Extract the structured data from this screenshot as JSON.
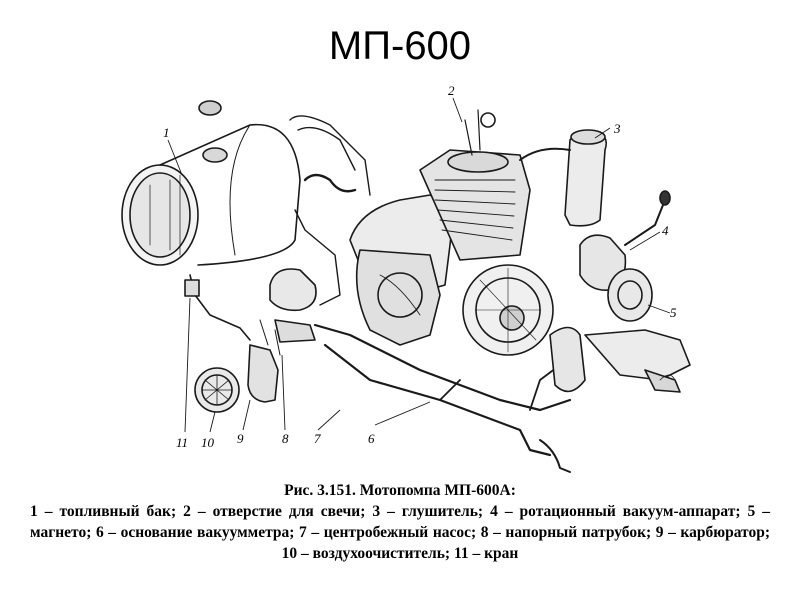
{
  "slide": {
    "title": "МП-600"
  },
  "figure": {
    "callouts": [
      "1",
      "2",
      "3",
      "4",
      "5",
      "6",
      "7",
      "8",
      "9",
      "10",
      "11"
    ],
    "caption_title": "Рис. 3.151. Мотопомпа МП-600А:",
    "caption_body": "1 – топливный бак; 2 – отверстие для свечи; 3 – глушитель; 4 – ротационный вакуум-аппарат; 5 – магнето; 6 – основание вакуумметра; 7 – центробежный насос; 8 – напорный патрубок; 9 – карбюратор; 10 – воздухоочиститель; 11 – кран"
  }
}
